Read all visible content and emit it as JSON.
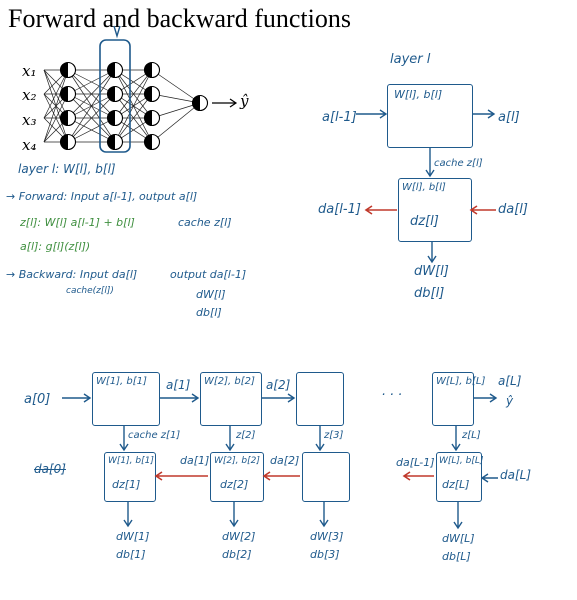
{
  "title": "Forward and backward functions",
  "network": {
    "inputs": [
      "x₁",
      "x₂",
      "x₃",
      "x₄"
    ],
    "output": "ŷ"
  },
  "notes": {
    "layer": "layer l: W[l], b[l]",
    "forward": "→ Forward: Input a[l-1], output a[l]",
    "forward_z": "z[l]: W[l] a[l-1] + b[l]",
    "forward_cache": "cache z[l]",
    "forward_a": "a[l]: g[l](z[l])",
    "backward": "→ Backward: Input da[l]",
    "backward_cache": "cache(z[l])",
    "backward_output": "output da[l-1]",
    "backward_dw": "dW[l]",
    "backward_db": "db[l]"
  },
  "layer_diagram": {
    "header": "layer l",
    "in": "a[l-1]",
    "out": "a[l]",
    "fwd_params": "W[l], b[l]",
    "cache": "cache z[l]",
    "bwd_params": "W[l], b[l]",
    "dz": "dz[l]",
    "da_in": "da[l]",
    "da_out": "da[l-1]",
    "dw": "dW[l]",
    "db": "db[l]"
  },
  "chain": {
    "a0": "a[0]",
    "fwd": [
      {
        "params": "W[1], b[1]",
        "out": "a[1]",
        "cache": "cache z[1]"
      },
      {
        "params": "W[2], b[2]",
        "out": "a[2]",
        "cache": "z[2]"
      },
      {
        "params": "",
        "out": "",
        "cache": "z[3]"
      },
      {
        "params": "W[L], b[L]",
        "out": "a[L]",
        "cache": "z[L]"
      }
    ],
    "yhat": "ŷ",
    "ellipsis": ". . .",
    "bwd": [
      {
        "params": "W[1], b[1]",
        "dz": "dz[1]",
        "dw": "dW[1]",
        "db": "db[1]"
      },
      {
        "params": "W[2], b[2]",
        "dz": "dz[2]",
        "dw": "dW[2]",
        "db": "db[2]"
      },
      {
        "params": "",
        "dz": "",
        "dw": "dW[3]",
        "db": "db[3]"
      },
      {
        "params": "W[L], b[L]",
        "dz": "dz[L]",
        "dw": "dW[L]",
        "db": "db[L]"
      }
    ],
    "da_labels": [
      "da[0]",
      "da[1]",
      "da[2]",
      "da[L-1]",
      "da[L]"
    ]
  }
}
